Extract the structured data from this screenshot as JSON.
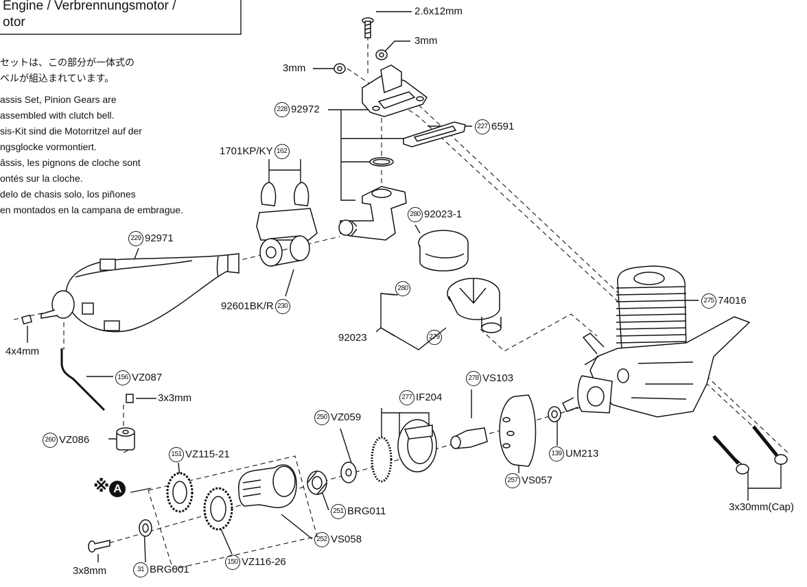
{
  "header": {
    "title_line1": "Engine / Verbrennungsmotor /",
    "title_line2": "otor"
  },
  "notes": [
    "セットは、この部分が一体式の",
    "ベルが組込まれています。",
    "assis Set, Pinion Gears are",
    "assembled with clutch bell.",
    "sis-Kit sind die Motorritzel auf der",
    "ngsglocke vormontiert.",
    "âssis, les pignons de cloche sont",
    "ontés sur la cloche.",
    "delo de chasis solo, los piñones",
    "en montados en la campana de embrague."
  ],
  "parts": [
    {
      "id": "screw_2612",
      "num": "",
      "code": "2.6x12mm"
    },
    {
      "id": "nut_3mm_a",
      "num": "",
      "code": "3mm"
    },
    {
      "id": "nut_3mm_b",
      "num": "",
      "code": "3mm"
    },
    {
      "id": "p228",
      "num": "228",
      "code": "92972"
    },
    {
      "id": "p227",
      "num": "227",
      "code": "6591"
    },
    {
      "id": "p162",
      "num": "162",
      "code": "1701KP/KY"
    },
    {
      "id": "p280a",
      "num": "280",
      "code": "92023-1"
    },
    {
      "id": "p229",
      "num": "229",
      "code": "92971"
    },
    {
      "id": "p230",
      "num": "230",
      "code": "92601BK/R"
    },
    {
      "id": "p280b",
      "num": "280",
      "code": ""
    },
    {
      "id": "p279",
      "num": "279",
      "code": ""
    },
    {
      "id": "grp92023",
      "num": "",
      "code": "92023"
    },
    {
      "id": "p275",
      "num": "275",
      "code": "74016"
    },
    {
      "id": "set4x4",
      "num": "",
      "code": "4x4mm"
    },
    {
      "id": "p156",
      "num": "156",
      "code": "VZ087"
    },
    {
      "id": "set3x3",
      "num": "",
      "code": "3x3mm"
    },
    {
      "id": "p277",
      "num": "277",
      "code": "IF204"
    },
    {
      "id": "p278",
      "num": "278",
      "code": "VS103"
    },
    {
      "id": "p250",
      "num": "250",
      "code": "VZ059"
    },
    {
      "id": "p260",
      "num": "260",
      "code": "VZ086"
    },
    {
      "id": "p151",
      "num": "151",
      "code": "VZ115-21"
    },
    {
      "id": "p139",
      "num": "139",
      "code": "UM213"
    },
    {
      "id": "p257",
      "num": "257",
      "code": "VS057"
    },
    {
      "id": "p251",
      "num": "251",
      "code": "BRG011"
    },
    {
      "id": "p252",
      "num": "252",
      "code": "VS058"
    },
    {
      "id": "screws3x30",
      "num": "",
      "code": "3x30mm(Cap)"
    },
    {
      "id": "screw3x8",
      "num": "",
      "code": "3x8mm"
    },
    {
      "id": "p31",
      "num": "31",
      "code": "BRG001"
    },
    {
      "id": "p150",
      "num": "150",
      "code": "VZ116-26"
    }
  ],
  "marker": {
    "symbol": "※",
    "letter": "A"
  }
}
